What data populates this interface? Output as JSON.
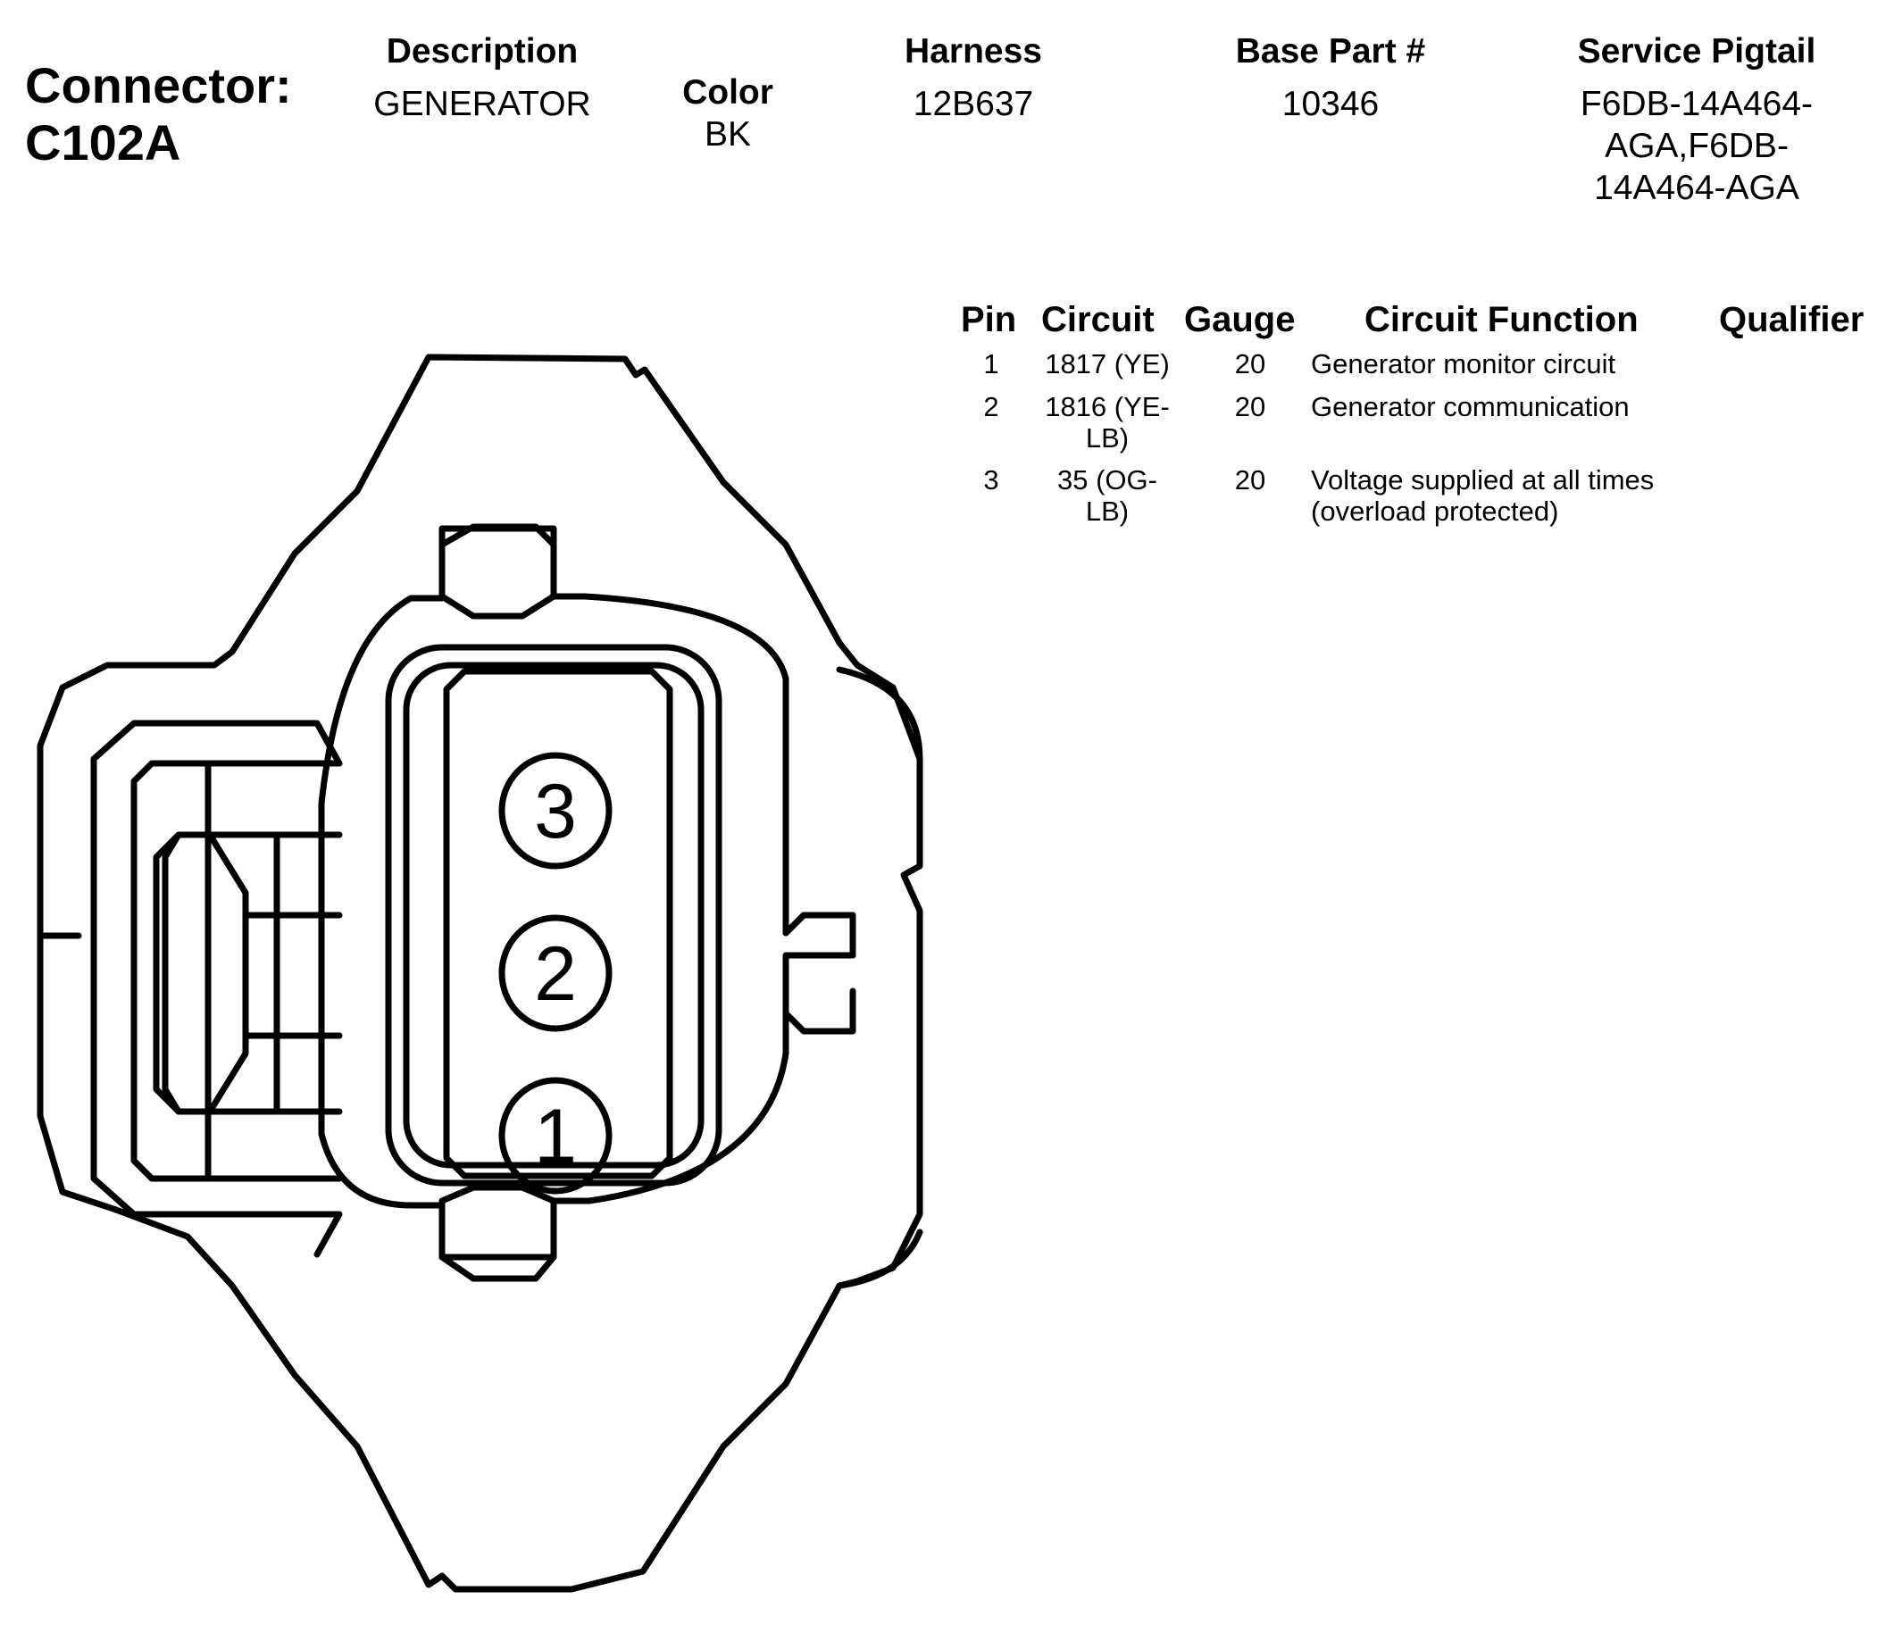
{
  "connector": {
    "label": "Connector:",
    "id": "C102A"
  },
  "header": {
    "description": {
      "heading": "Description",
      "value": "GENERATOR"
    },
    "color": {
      "heading": "Color",
      "value": "BK"
    },
    "harness": {
      "heading": "Harness",
      "value": "12B637"
    },
    "base_part": {
      "heading": "Base Part #",
      "value": "10346"
    },
    "service_pigtail": {
      "heading": "Service Pigtail",
      "value": "F6DB-14A464-\nAGA,F6DB-\n14A464-AGA"
    }
  },
  "pin_table": {
    "columns": {
      "pin": "Pin",
      "circuit": "Circuit",
      "gauge": "Gauge",
      "function": "Circuit Function",
      "qualifier": "Qualifier"
    },
    "rows": [
      {
        "pin": "1",
        "circuit": "1817 (YE)",
        "gauge": "20",
        "function": "Generator monitor circuit",
        "qualifier": ""
      },
      {
        "pin": "2",
        "circuit": "1816 (YE-\nLB)",
        "gauge": "20",
        "function": "Generator communication",
        "qualifier": ""
      },
      {
        "pin": "3",
        "circuit": "35 (OG-\nLB)",
        "gauge": "20",
        "function": "Voltage supplied at all times\n(overload protected)",
        "qualifier": ""
      }
    ]
  },
  "diagram": {
    "pin_labels": [
      "3",
      "2",
      "1"
    ]
  }
}
